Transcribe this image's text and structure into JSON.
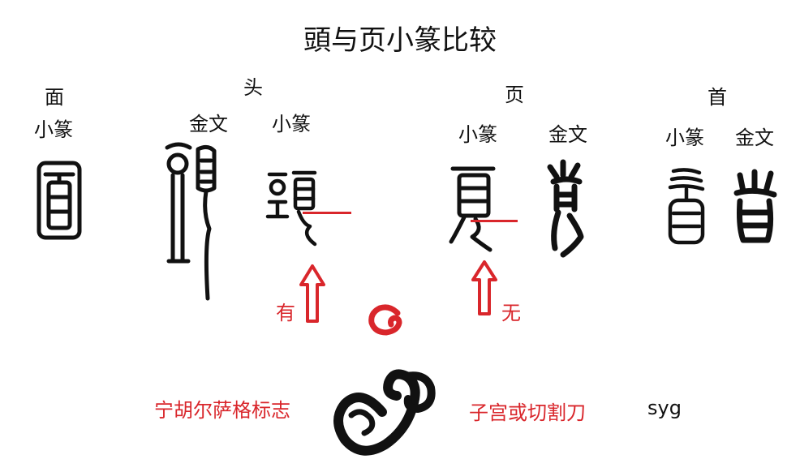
{
  "title": "頭与页小篆比较",
  "columns": {
    "mian": {
      "heading": "面",
      "sub": "小篆"
    },
    "tou": {
      "heading": "头",
      "jinwen": "金文",
      "xiaozhuan": "小篆"
    },
    "ye": {
      "heading": "页",
      "xiaozhuan": "小篆",
      "jinwen": "金文"
    },
    "shou": {
      "heading": "首",
      "xiaozhuan": "小篆",
      "jinwen": "金文"
    }
  },
  "arrows": {
    "left_label": "有",
    "right_label": "无"
  },
  "bottom": {
    "left_caption": "宁胡尔萨格标志",
    "right_caption": "子宫或切割刀",
    "extra": "syg"
  },
  "colors": {
    "accent_red": "#d9262b",
    "ink": "#111111"
  }
}
